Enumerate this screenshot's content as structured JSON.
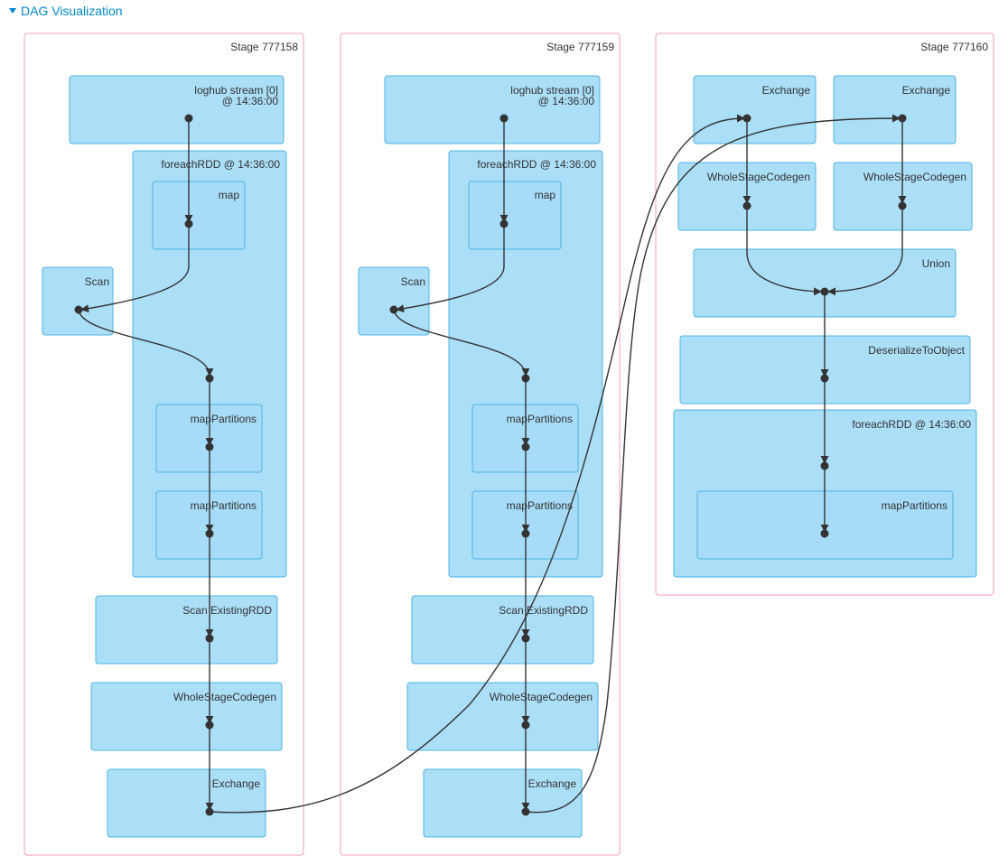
{
  "header": {
    "title": "DAG Visualization"
  },
  "stages": {
    "s1": {
      "title": "Stage 777158",
      "loghub_line1": "loghub stream [0]",
      "loghub_line2": "@ 14:36:00",
      "foreach": "foreachRDD @ 14:36:00",
      "map": "map",
      "scan": "Scan",
      "mapPartitions1": "mapPartitions",
      "mapPartitions2": "mapPartitions",
      "scanExisting": "Scan ExistingRDD",
      "wholeStage": "WholeStageCodegen",
      "exchange": "Exchange"
    },
    "s2": {
      "title": "Stage 777159",
      "loghub_line1": "loghub stream [0]",
      "loghub_line2": "@ 14:36:00",
      "foreach": "foreachRDD @ 14:36:00",
      "map": "map",
      "scan": "Scan",
      "mapPartitions1": "mapPartitions",
      "mapPartitions2": "mapPartitions",
      "scanExisting": "Scan ExistingRDD",
      "wholeStage": "WholeStageCodegen",
      "exchange": "Exchange"
    },
    "s3": {
      "title": "Stage 777160",
      "exchangeL": "Exchange",
      "exchangeR": "Exchange",
      "wholeStageL": "WholeStageCodegen",
      "wholeStageR": "WholeStageCodegen",
      "union": "Union",
      "deserialize": "DeserializeToObject",
      "foreach": "foreachRDD @ 14:36:00",
      "mapPartitions": "mapPartitions"
    }
  },
  "colors": {
    "link": "#0088cc",
    "stage_border": "#f29cb0",
    "cluster_fill": "#a6dcf7",
    "cluster_border": "#4fb4e6",
    "edge": "#333333"
  }
}
